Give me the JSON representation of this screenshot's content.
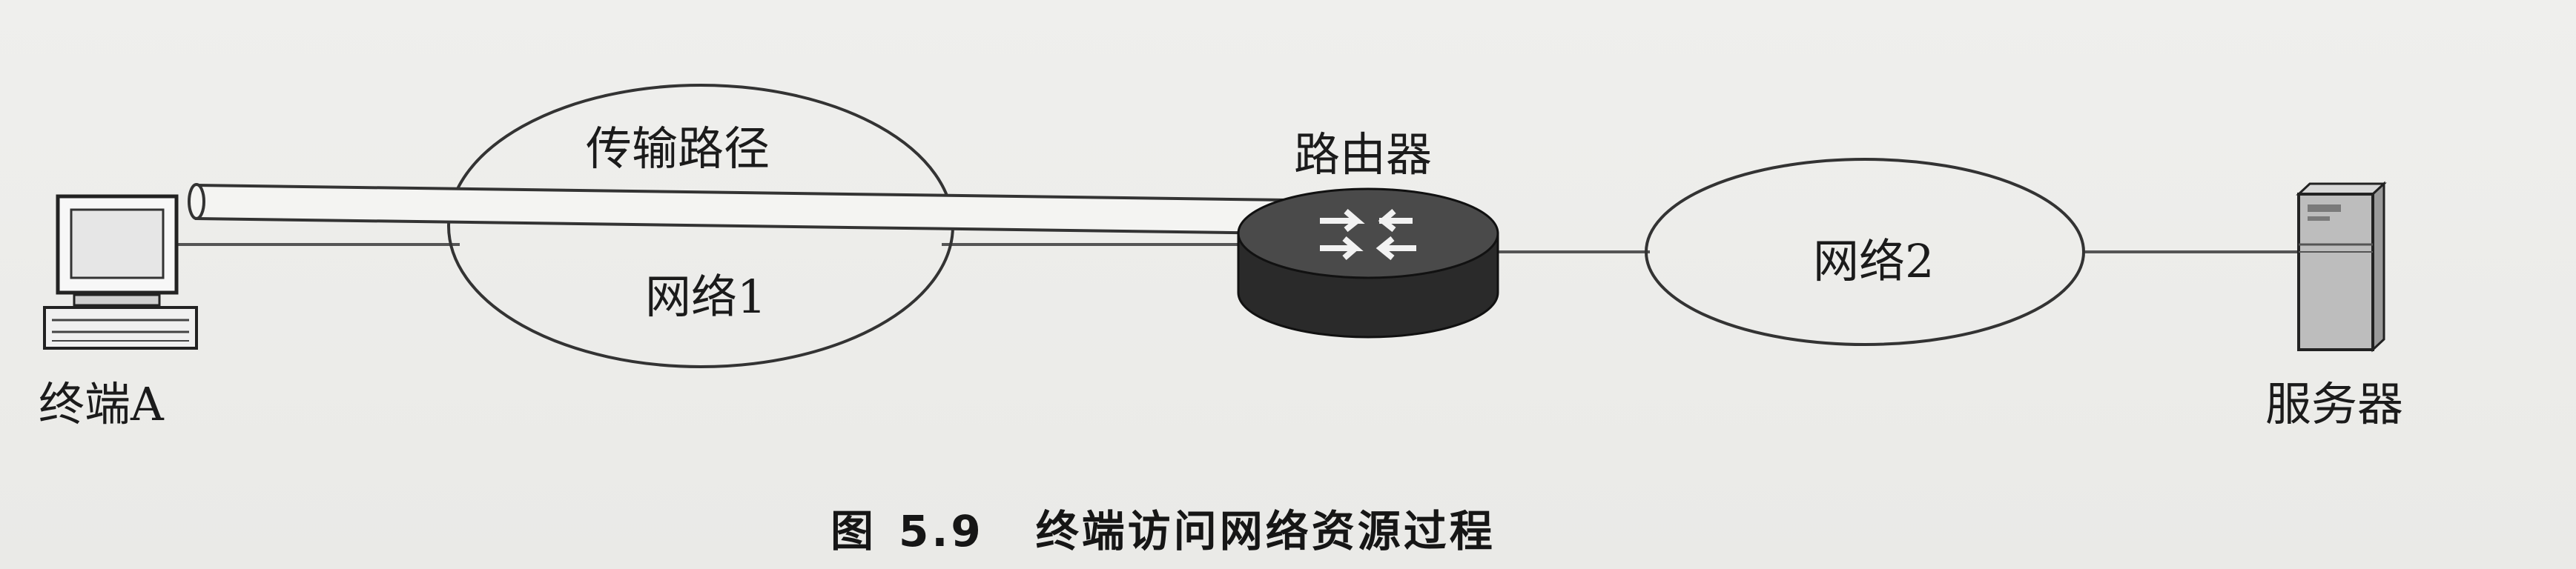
{
  "labels": {
    "transmission_path": "传输路径",
    "network1": "网络1",
    "router": "路由器",
    "network2": "网络2",
    "terminal_a": "终端A",
    "server": "服务器"
  },
  "caption": {
    "prefix": "图",
    "number": "5.9",
    "title": "终端访问网络资源过程"
  },
  "icons": {
    "terminal": "computer-terminal-icon",
    "router": "router-icon",
    "server": "server-icon"
  }
}
